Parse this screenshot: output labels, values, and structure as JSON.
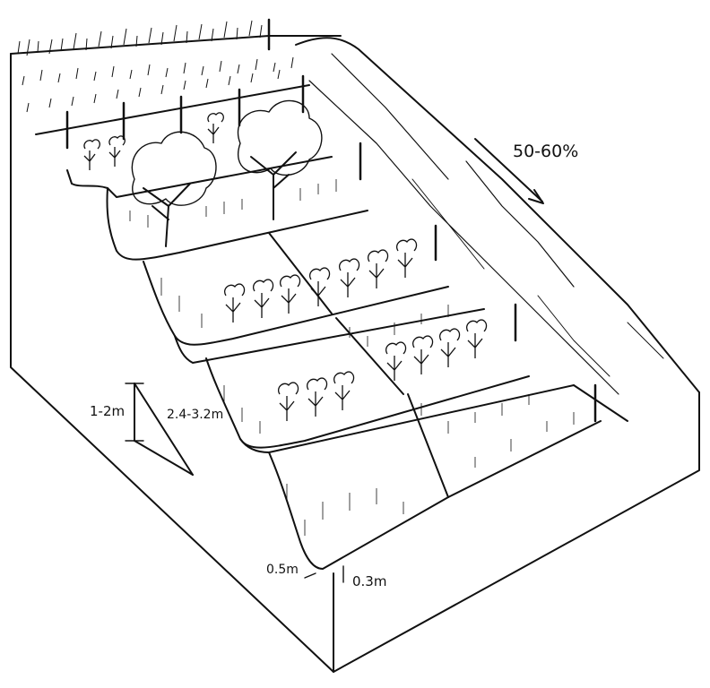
{
  "labels": {
    "slope": "50-60%",
    "riser_height": "1-2m",
    "bench_width": "2.4-3.2m",
    "lip_width": "0.5m",
    "lip_height": "0.3m"
  },
  "colors": {
    "ink": "#111111",
    "background": "#ffffff"
  }
}
